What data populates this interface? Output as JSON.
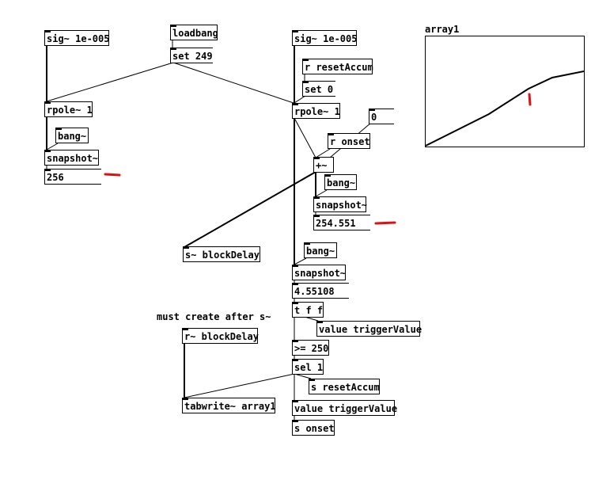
{
  "patch": {
    "objects": {
      "sig_left": "sig~ 1e-005",
      "loadbang": "loadbang",
      "sig_right": "sig~ 1e-005",
      "r_resetaccum": "r resetAccum",
      "set_zero": "set 0",
      "rpole_left": "rpole~ 1",
      "rpole_right": "rpole~ 1",
      "bang_left": "bang~",
      "snapshot_left": "snapshot~",
      "r_onset": "r onset",
      "add_tilde": "+~",
      "bang_mid": "bang~",
      "snapshot_mid": "snapshot~",
      "s_blockdelay": "s~ blockDelay",
      "bang_right": "bang~",
      "snapshot_right": "snapshot~",
      "trigger_tff": "t f f",
      "value_triggervalue_1": "value triggerValue",
      "gte_250": ">= 250",
      "sel_1": "sel 1",
      "s_resetaccum": "s resetAccum",
      "value_triggervalue_2": "value triggerValue",
      "s_onset": "s onset",
      "r_blockdelay": "r~ blockDelay",
      "tabwrite_array1": "tabwrite~ array1"
    },
    "messages": {
      "set_249": "set 249"
    },
    "numbers": {
      "num_left": "256",
      "num_mid": "254.551",
      "num_right": "4.55108",
      "num_zero": "0"
    },
    "comment": "must create after s~",
    "array": {
      "name": "array1",
      "line_color": "#000000"
    },
    "annotation_color": "#dd1111"
  }
}
